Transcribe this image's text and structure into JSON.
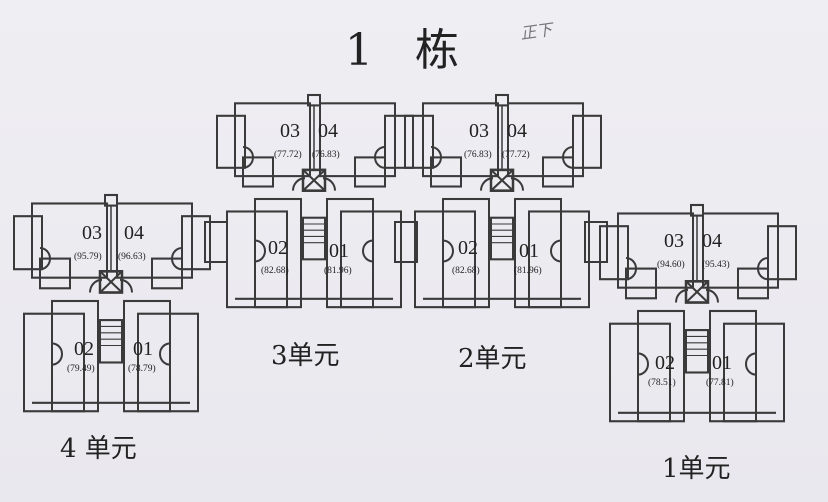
{
  "title": "1 栋",
  "note": "正下",
  "units": [
    {
      "label": "4 单元",
      "apartments": [
        {
          "num": "03",
          "area": "(95.79)"
        },
        {
          "num": "04",
          "area": "(96.63)"
        },
        {
          "num": "02",
          "area": "(79.49)"
        },
        {
          "num": "01",
          "area": "(78.79)"
        }
      ]
    },
    {
      "label": "3单元",
      "apartments": [
        {
          "num": "03",
          "area": "(77.72)"
        },
        {
          "num": "04",
          "area": "(76.83)"
        },
        {
          "num": "02",
          "area": "(82.68)"
        },
        {
          "num": "01",
          "area": "(81.96)"
        }
      ]
    },
    {
      "label": "2单元",
      "apartments": [
        {
          "num": "03",
          "area": "(76.83)"
        },
        {
          "num": "04",
          "area": "(77.72)"
        },
        {
          "num": "02",
          "area": "(82.68)"
        },
        {
          "num": "01",
          "area": "(81.96)"
        }
      ]
    },
    {
      "label": "1单元",
      "apartments": [
        {
          "num": "03",
          "area": "(94.60)"
        },
        {
          "num": "04",
          "area": "(95.43)"
        },
        {
          "num": "02",
          "area": "(78.51)"
        },
        {
          "num": "01",
          "area": "(77.81)"
        }
      ]
    }
  ]
}
